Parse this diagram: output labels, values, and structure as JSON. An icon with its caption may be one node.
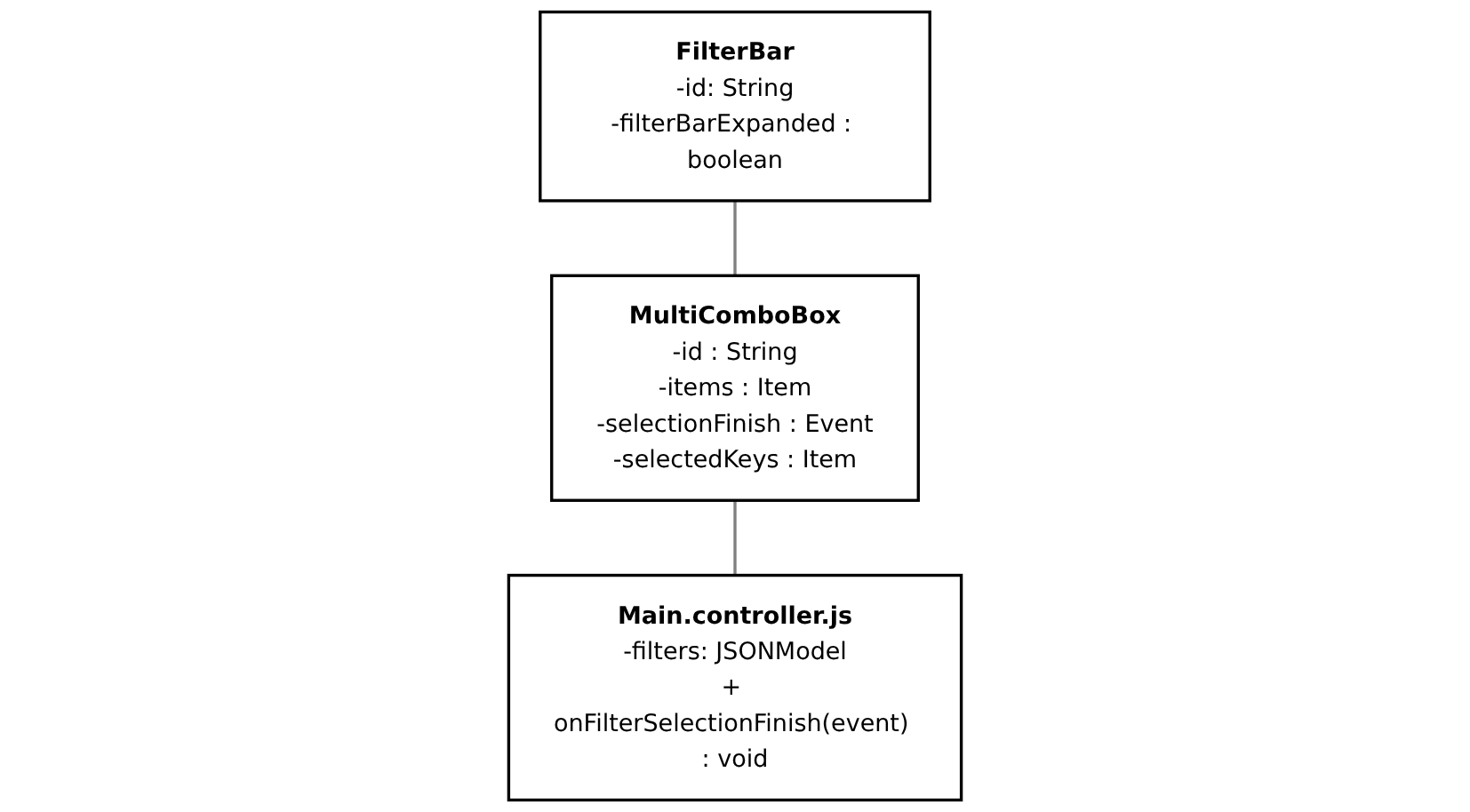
{
  "diagram": {
    "nodes": [
      {
        "text": [
          "FilterBar",
          "-id: String",
          "-filterBarExpanded : boolean"
        ]
      },
      {
        "text": [
          "MultiComboBox",
          "-id : String",
          "-items : Item",
          "-selectionFinish : Event",
          "-selectedKeys : Item"
        ]
      },
      {
        "text": [
          "Main.controller.js",
          "-filters: JSONModel",
          "+ onFilterSelectionFinish(event) : void"
        ]
      }
    ],
    "edges": [
      {
        "from": 0,
        "to": 1,
        "arrow": "none"
      },
      {
        "from": 1,
        "to": 2,
        "arrow": "none"
      }
    ]
  }
}
